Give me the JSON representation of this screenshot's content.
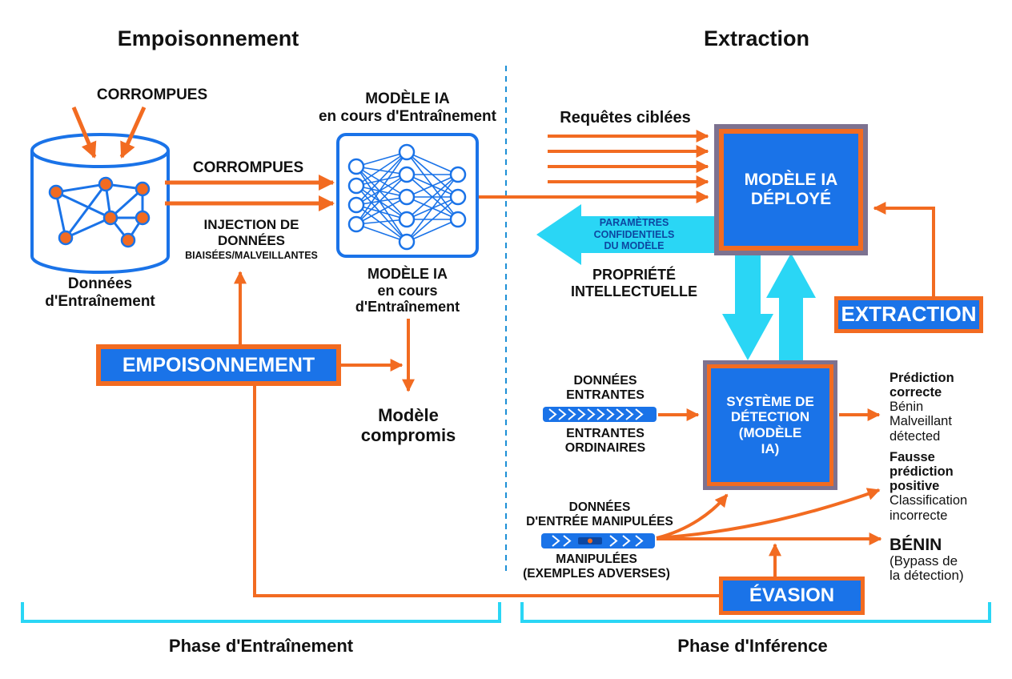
{
  "colors": {
    "orange": "#f26b21",
    "blue": "#1a73e8",
    "cyan": "#2ad6f5",
    "navy": "#0d47a1",
    "frame": "#7d7290"
  },
  "icons": [
    "database-icon",
    "neural-network-icon",
    "data-stream-icon",
    "adversarial-stream-icon"
  ],
  "poisoning": {
    "heading": "Empoisonnement",
    "corrupt_top": "CORROMPUES",
    "data_label_1": "Données",
    "data_label_2": "d'Entraînement",
    "corrupt_arrow": "CORROMPUES",
    "injection_1": "INJECTION DE",
    "injection_2": "DONNÉES",
    "injection_3": "BIAISÉES/MALVEILLANTES",
    "model_top_1": "MODÈLE IA",
    "model_top_2": "en cours d'Entraînement",
    "model_bottom_1": "MODÈLE IA",
    "model_bottom_2": "en cours",
    "model_bottom_3": "d'Entraînement",
    "compromised_1": "Modèle",
    "compromised_2": "compromis",
    "badge": "EMPOISONNEMENT"
  },
  "extraction": {
    "heading": "Extraction",
    "queries": "Requêtes ciblées",
    "deployed_1": "MODÈLE IA",
    "deployed_2": "DÉPLOYÉ",
    "params_1": "PARAMÈTRES",
    "params_2": "CONFIDENTIELS",
    "params_3": "DU MODÈLE",
    "ip_1": "PROPRIÉTÉ",
    "ip_2": "INTELLECTUELLE",
    "badge": "EXTRACTION"
  },
  "evasion": {
    "input_1": "DONNÉES",
    "input_2": "ENTRANTES",
    "ordinary_1": "ENTRANTES",
    "ordinary_2": "ORDINAIRES",
    "detector_1": "SYSTÈME DE",
    "detector_2": "DÉTECTION",
    "detector_3": "(MODÈLE",
    "detector_4": "IA)",
    "manip_1": "DONNÉES",
    "manip_2": "D'ENTRÉE MANIPULÉES",
    "manip_3": "MANIPULÉES",
    "manip_4": "(EXEMPLES ADVERSES)",
    "out1_a": "Prédiction",
    "out1_b": "correcte",
    "out1_c": "Bénin",
    "out1_d": "Malveillant",
    "out1_e": "détected",
    "out2_a": "Fausse",
    "out2_b": "prédiction",
    "out2_c": "positive",
    "out2_d": "Classification",
    "out2_e": "incorrecte",
    "out3_a": "BÉNIN",
    "out3_b": "(Bypass de",
    "out3_c": "la détection)",
    "badge": "ÉVASION"
  },
  "phases": {
    "training": "Phase d'Entraînement",
    "inference": "Phase d'Inférence"
  }
}
